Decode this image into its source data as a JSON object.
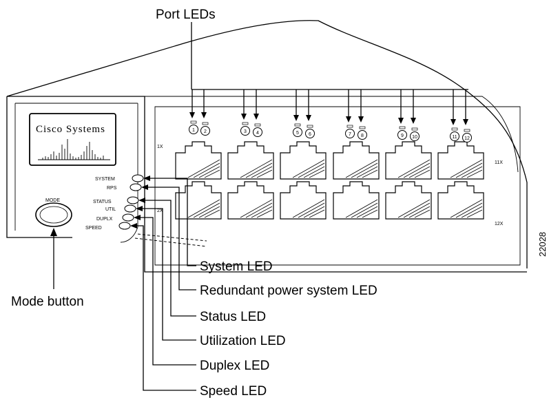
{
  "callouts": {
    "port_leds": "Port LEDs",
    "system_led": "System LED",
    "rps_led": "Redundant power system LED",
    "status_led": "Status LED",
    "utilization_led": "Utilization LED",
    "duplex_led": "Duplex LED",
    "speed_led": "Speed LED",
    "mode_button": "Mode button"
  },
  "panel": {
    "logo_text": "Cisco Systems",
    "mode_label": "MODE",
    "led_labels": [
      "SYSTEM",
      "RPS",
      "STATUS",
      "UTIL",
      "DUPLX",
      "SPEED"
    ],
    "port_numbers": [
      "1",
      "2",
      "3",
      "4",
      "5",
      "6",
      "7",
      "8",
      "9",
      "10",
      "11",
      "12"
    ],
    "port_row_labels": {
      "top_left": "1X",
      "top_right": "11X",
      "bottom_left": "2X",
      "bottom_right": "12X"
    }
  },
  "figure_number": "22028"
}
